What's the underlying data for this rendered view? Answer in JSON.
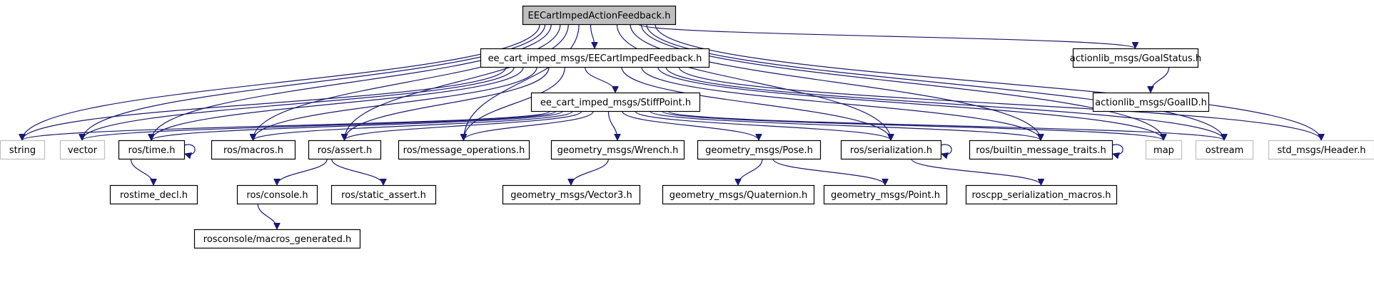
{
  "diagram": {
    "nodes": [
      {
        "id": "root",
        "label": "EECartImpedActionFeedback.h",
        "kind": "root"
      },
      {
        "id": "eefb",
        "label": "ee_cart_imped_msgs/EECartImpedFeedback.h",
        "kind": "header"
      },
      {
        "id": "goalstatus",
        "label": "actionlib_msgs/GoalStatus.h",
        "kind": "header"
      },
      {
        "id": "goalid",
        "label": "actionlib_msgs/GoalID.h",
        "kind": "header"
      },
      {
        "id": "stiff",
        "label": "ee_cart_imped_msgs/StiffPoint.h",
        "kind": "header"
      },
      {
        "id": "string",
        "label": "string",
        "kind": "system"
      },
      {
        "id": "vector",
        "label": "vector",
        "kind": "system"
      },
      {
        "id": "rostime",
        "label": "ros/time.h",
        "kind": "header"
      },
      {
        "id": "macros",
        "label": "ros/macros.h",
        "kind": "header"
      },
      {
        "id": "assert",
        "label": "ros/assert.h",
        "kind": "header"
      },
      {
        "id": "msgops",
        "label": "ros/message_operations.h",
        "kind": "header"
      },
      {
        "id": "wrench",
        "label": "geometry_msgs/Wrench.h",
        "kind": "header"
      },
      {
        "id": "pose",
        "label": "geometry_msgs/Pose.h",
        "kind": "header"
      },
      {
        "id": "serial",
        "label": "ros/serialization.h",
        "kind": "header"
      },
      {
        "id": "builtin",
        "label": "ros/builtin_message_traits.h",
        "kind": "header"
      },
      {
        "id": "map",
        "label": "map",
        "kind": "system"
      },
      {
        "id": "ostream",
        "label": "ostream",
        "kind": "system"
      },
      {
        "id": "header",
        "label": "std_msgs/Header.h",
        "kind": "system"
      },
      {
        "id": "rostimedecl",
        "label": "rostime_decl.h",
        "kind": "header"
      },
      {
        "id": "console",
        "label": "ros/console.h",
        "kind": "header"
      },
      {
        "id": "staticassert",
        "label": "ros/static_assert.h",
        "kind": "header"
      },
      {
        "id": "vector3",
        "label": "geometry_msgs/Vector3.h",
        "kind": "header"
      },
      {
        "id": "quat",
        "label": "geometry_msgs/Quaternion.h",
        "kind": "header"
      },
      {
        "id": "point",
        "label": "geometry_msgs/Point.h",
        "kind": "header"
      },
      {
        "id": "sermacros",
        "label": "roscpp_serialization_macros.h",
        "kind": "header"
      },
      {
        "id": "rosconsolemacros",
        "label": "rosconsole/macros_generated.h",
        "kind": "header"
      }
    ],
    "edges": [
      [
        "root",
        "eefb"
      ],
      [
        "root",
        "goalstatus"
      ],
      [
        "root",
        "string"
      ],
      [
        "root",
        "vector"
      ],
      [
        "root",
        "rostime"
      ],
      [
        "root",
        "macros"
      ],
      [
        "root",
        "assert"
      ],
      [
        "root",
        "msgops"
      ],
      [
        "root",
        "serial"
      ],
      [
        "root",
        "builtin"
      ],
      [
        "root",
        "map"
      ],
      [
        "root",
        "ostream"
      ],
      [
        "root",
        "header"
      ],
      [
        "goalstatus",
        "goalid"
      ],
      [
        "eefb",
        "stiff"
      ],
      [
        "eefb",
        "string"
      ],
      [
        "eefb",
        "vector"
      ],
      [
        "eefb",
        "rostime"
      ],
      [
        "eefb",
        "macros"
      ],
      [
        "eefb",
        "assert"
      ],
      [
        "eefb",
        "msgops"
      ],
      [
        "eefb",
        "serial"
      ],
      [
        "eefb",
        "builtin"
      ],
      [
        "eefb",
        "map"
      ],
      [
        "eefb",
        "ostream"
      ],
      [
        "eefb",
        "header"
      ],
      [
        "stiff",
        "string"
      ],
      [
        "stiff",
        "vector"
      ],
      [
        "stiff",
        "rostime"
      ],
      [
        "stiff",
        "macros"
      ],
      [
        "stiff",
        "assert"
      ],
      [
        "stiff",
        "msgops"
      ],
      [
        "stiff",
        "wrench"
      ],
      [
        "stiff",
        "pose"
      ],
      [
        "stiff",
        "serial"
      ],
      [
        "stiff",
        "builtin"
      ],
      [
        "stiff",
        "map"
      ],
      [
        "stiff",
        "ostream"
      ],
      [
        "rostime",
        "rostime"
      ],
      [
        "rostime",
        "rostimedecl"
      ],
      [
        "assert",
        "console"
      ],
      [
        "assert",
        "staticassert"
      ],
      [
        "console",
        "rosconsolemacros"
      ],
      [
        "wrench",
        "vector3"
      ],
      [
        "pose",
        "quat"
      ],
      [
        "pose",
        "point"
      ],
      [
        "serial",
        "serial"
      ],
      [
        "serial",
        "sermacros"
      ],
      [
        "builtin",
        "builtin"
      ]
    ]
  }
}
